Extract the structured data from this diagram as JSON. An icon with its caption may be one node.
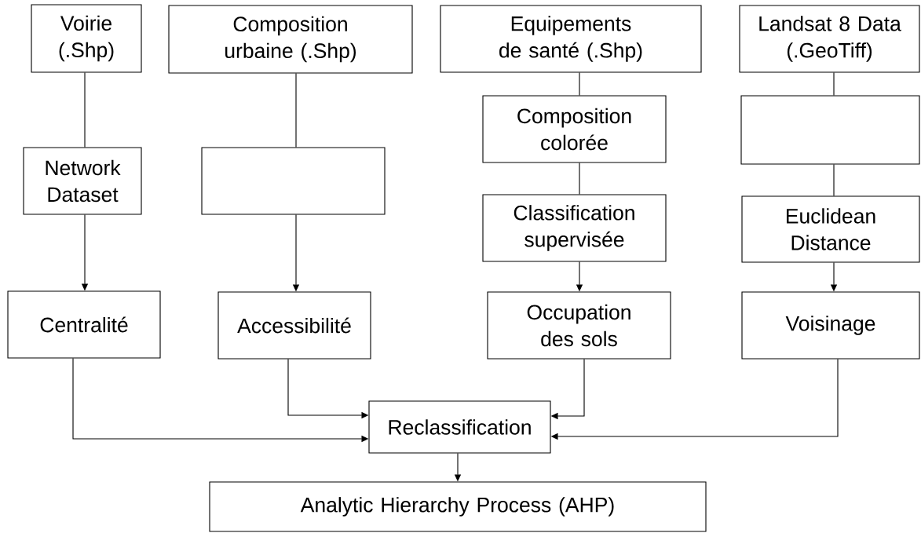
{
  "diagram": {
    "nodes": [
      {
        "text": [
          "Voirie (.Shp)"
        ]
      },
      {
        "text": [
          "Composition urbaine (.Shp)"
        ]
      },
      {
        "text": [
          "Equipements de santé (.Shp)"
        ]
      },
      {
        "text": [
          "Landsat 8 Data (.GeoTiff)"
        ]
      },
      {
        "text": [
          "Network Dataset"
        ]
      },
      {
        "text": [],
        "shape": "box"
      },
      {
        "text": [
          "Composition colorée"
        ]
      },
      {
        "text": [],
        "shape": "box"
      },
      {
        "text": [
          "Classification supervisée"
        ]
      },
      {
        "text": [
          "Euclidean Distance"
        ]
      },
      {
        "text": [
          "Centralité"
        ]
      },
      {
        "text": [
          "Accessibilité"
        ]
      },
      {
        "text": [
          "Occupation des sols"
        ]
      },
      {
        "text": [
          "Voisinage"
        ]
      },
      {
        "text": [
          "Reclassification"
        ]
      },
      {
        "text": [
          "Analytic Hierarchy Process (AHP)"
        ]
      }
    ],
    "edges": [
      {
        "from": 0,
        "to": 4,
        "arrow": "none"
      },
      {
        "from": 4,
        "to": 10,
        "arrow": "to"
      },
      {
        "from": 1,
        "to": 5,
        "arrow": "none"
      },
      {
        "from": 5,
        "to": 11,
        "arrow": "to"
      },
      {
        "from": 2,
        "to": 6,
        "arrow": "none"
      },
      {
        "from": 6,
        "to": 8,
        "arrow": "none"
      },
      {
        "from": 8,
        "to": 12,
        "arrow": "to"
      },
      {
        "from": 3,
        "to": 7,
        "arrow": "none"
      },
      {
        "from": 7,
        "to": 9,
        "arrow": "none"
      },
      {
        "from": 9,
        "to": 13,
        "arrow": "to"
      },
      {
        "from": 10,
        "to": 14,
        "arrow": "to"
      },
      {
        "from": 11,
        "to": 14,
        "arrow": "to"
      },
      {
        "from": 12,
        "to": 14,
        "arrow": "to"
      },
      {
        "from": 13,
        "to": 14,
        "arrow": "to"
      },
      {
        "from": 14,
        "to": 15,
        "arrow": "to"
      }
    ]
  }
}
